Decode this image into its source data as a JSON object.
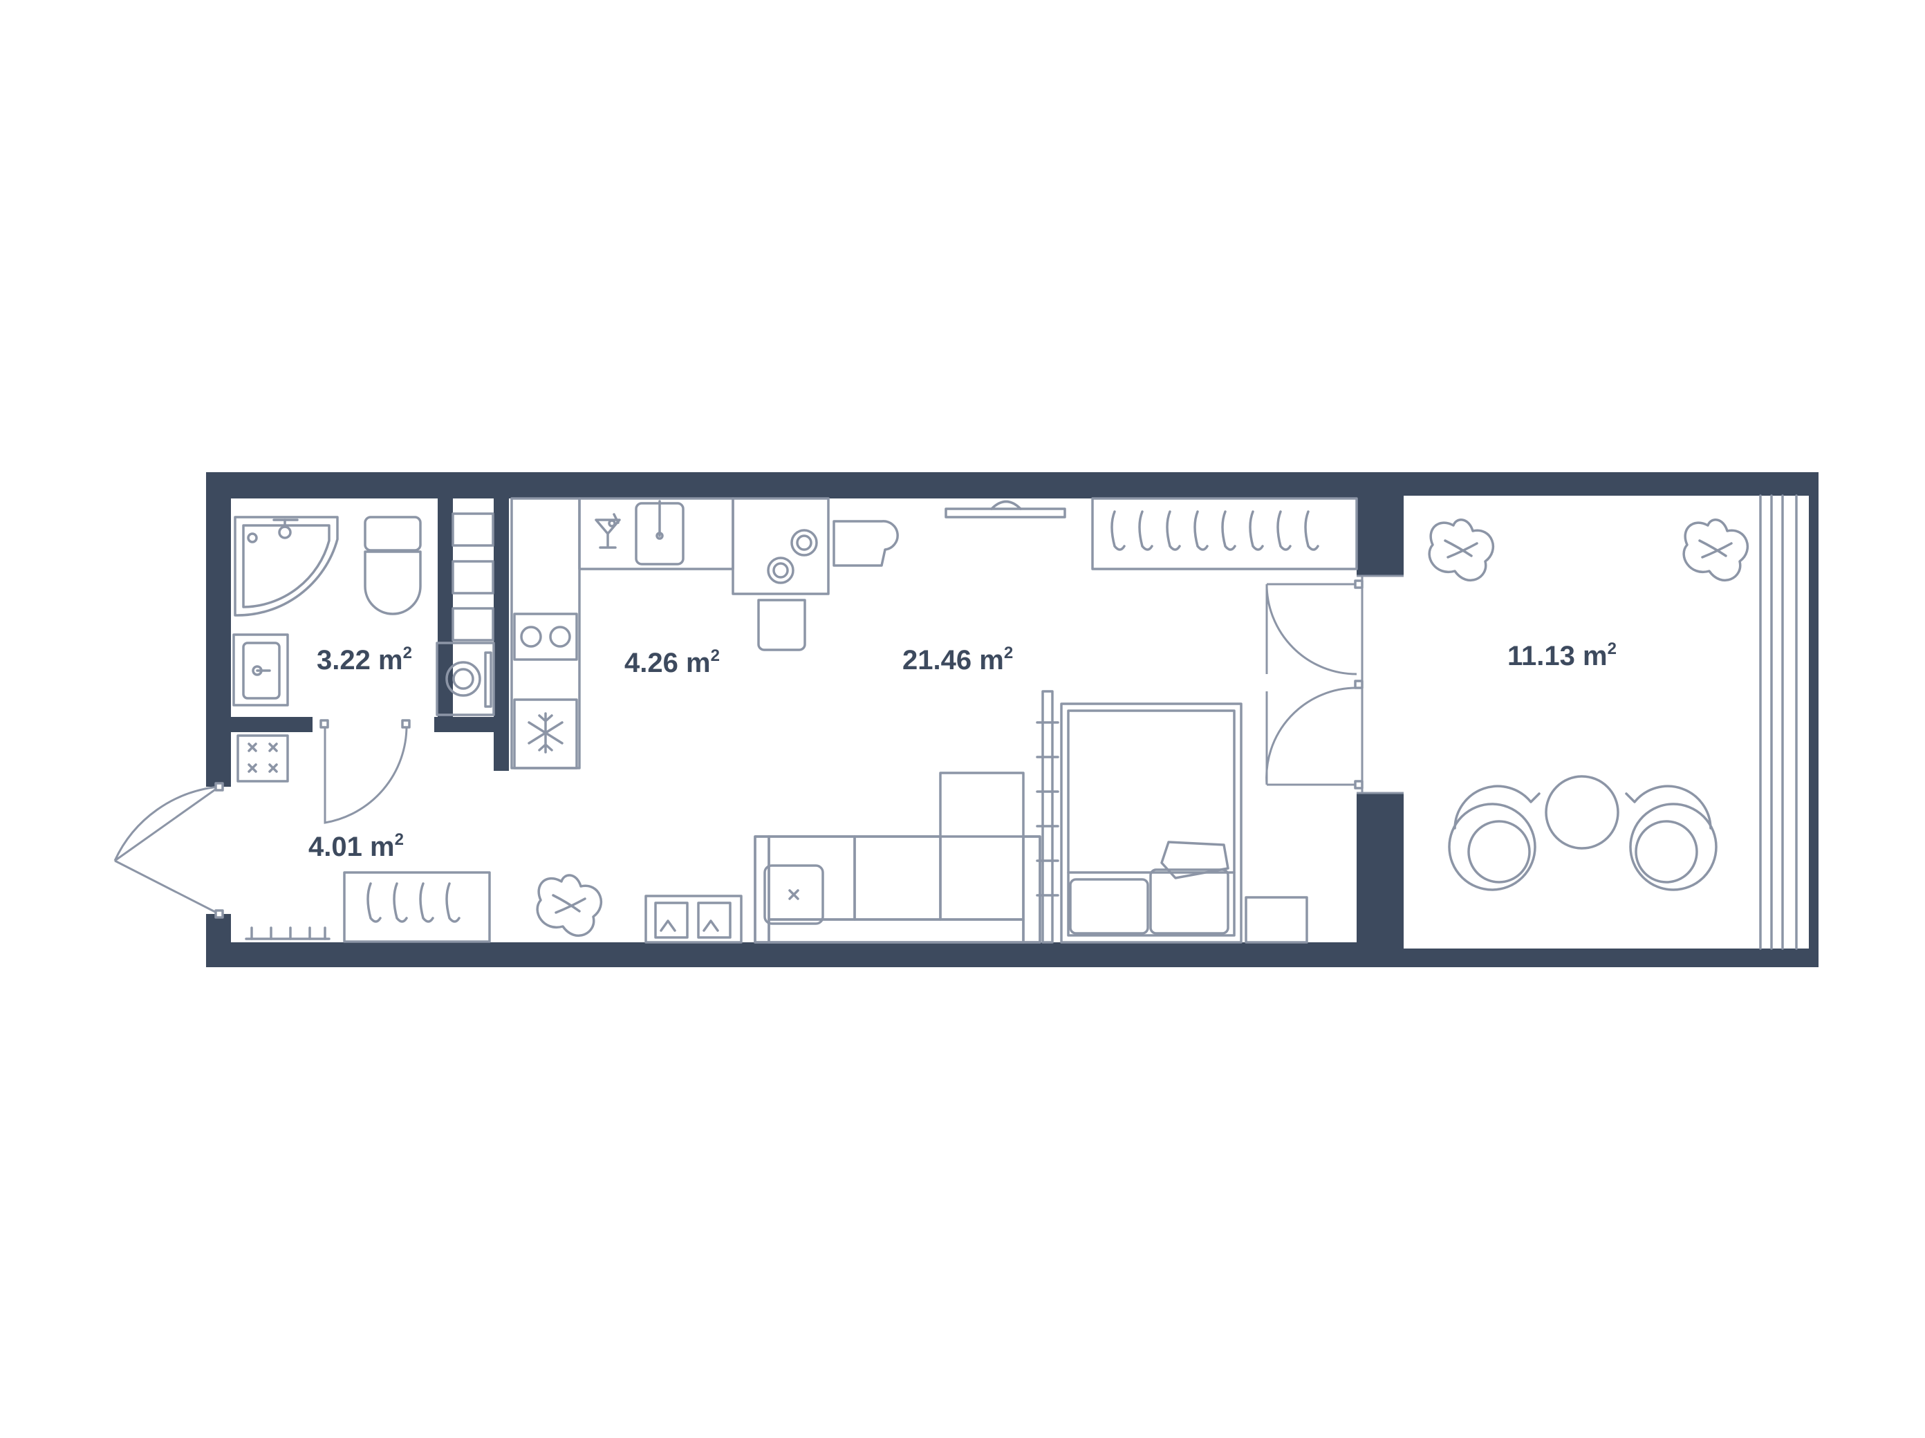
{
  "floor_plan": {
    "rooms": [
      {
        "id": "bathroom",
        "area": "3.22",
        "unit": "m",
        "unit_exp": "2"
      },
      {
        "id": "hallway",
        "area": "4.01",
        "unit": "m",
        "unit_exp": "2"
      },
      {
        "id": "kitchen",
        "area": "4.26",
        "unit": "m",
        "unit_exp": "2"
      },
      {
        "id": "living-room",
        "area": "21.46",
        "unit": "m",
        "unit_exp": "2"
      },
      {
        "id": "terrace",
        "area": "11.13",
        "unit": "m",
        "unit_exp": "2"
      }
    ],
    "colors": {
      "walls": "#3d4a5e",
      "fixtures": "#8c95a6",
      "background": "#ffffff",
      "labels": "#3d4a5e"
    },
    "icons": [
      "shower-icon",
      "toilet-icon",
      "sink-icon",
      "washing-machine-icon",
      "stove-icon",
      "fridge-icon",
      "kitchen-sink-icon",
      "cocktail-glass-icon",
      "dining-table-icon",
      "chair-icon",
      "tv-icon",
      "wardrobe-icon",
      "bed-icon",
      "sofa-icon",
      "plant-icon",
      "armchair-icon",
      "round-table-icon",
      "shoe-rack-icon",
      "electric-panel-icon",
      "door-icon"
    ]
  }
}
